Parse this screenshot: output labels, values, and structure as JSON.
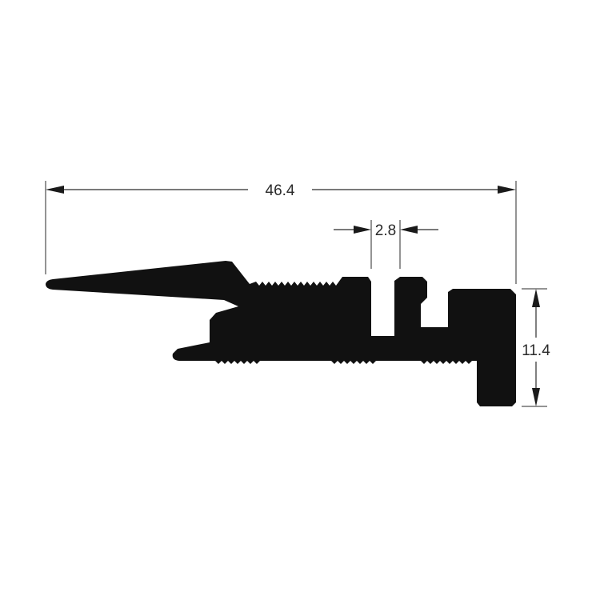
{
  "dimensions": {
    "overall_length": "46.4",
    "slot_width": "2.8",
    "height": "11.4"
  },
  "colors": {
    "profile_fill": "#111111",
    "dimension_lines": "#2a2a2a",
    "background": "#ffffff"
  }
}
